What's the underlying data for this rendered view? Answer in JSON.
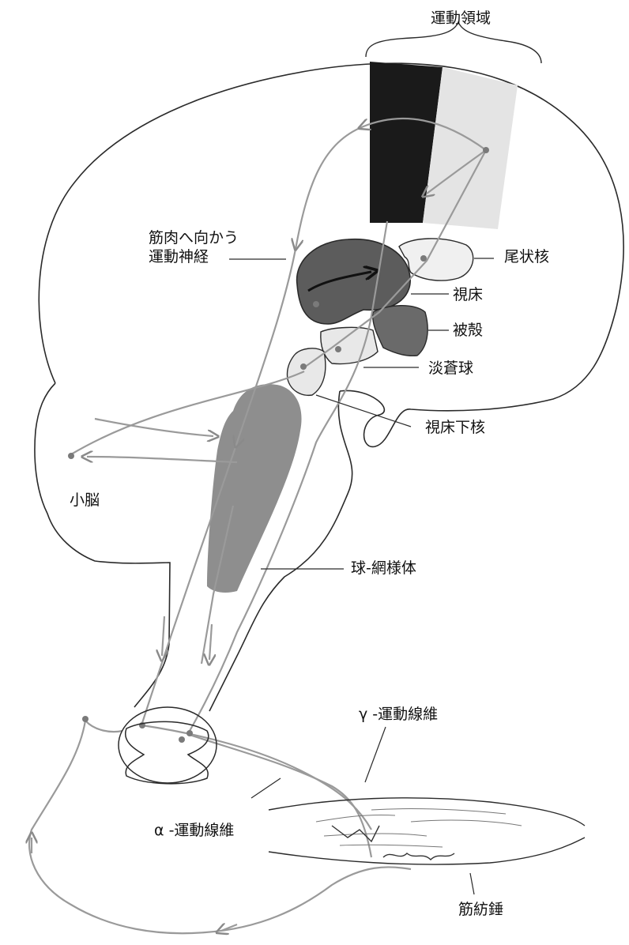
{
  "colors": {
    "outline": "#2a2a2a",
    "pathway": "#9a9a9a",
    "motor_dark": "#1a1a1a",
    "premotor_light": "#e4e4e4",
    "thalamus": "#5c5c5c",
    "putamen": "#6a6a6a",
    "pale_nucleus": "#e8e8e8",
    "reticular": "#8e8e8e",
    "label_text": "#111111"
  },
  "labels": {
    "motor_area": "運動領域",
    "motor_nerve_line1": "筋肉へ向かう",
    "motor_nerve_line2": "運動神経",
    "caudate": "尾状核",
    "thalamus": "視床",
    "putamen": "被殻",
    "globus_pallidus": "淡蒼球",
    "subthalamic": "視床下核",
    "cerebellum": "小脳",
    "reticular": "球-網様体",
    "gamma_fiber": "γ -運動線維",
    "alpha_fiber": "α -運動線維",
    "spindle": "筋紡錘"
  }
}
